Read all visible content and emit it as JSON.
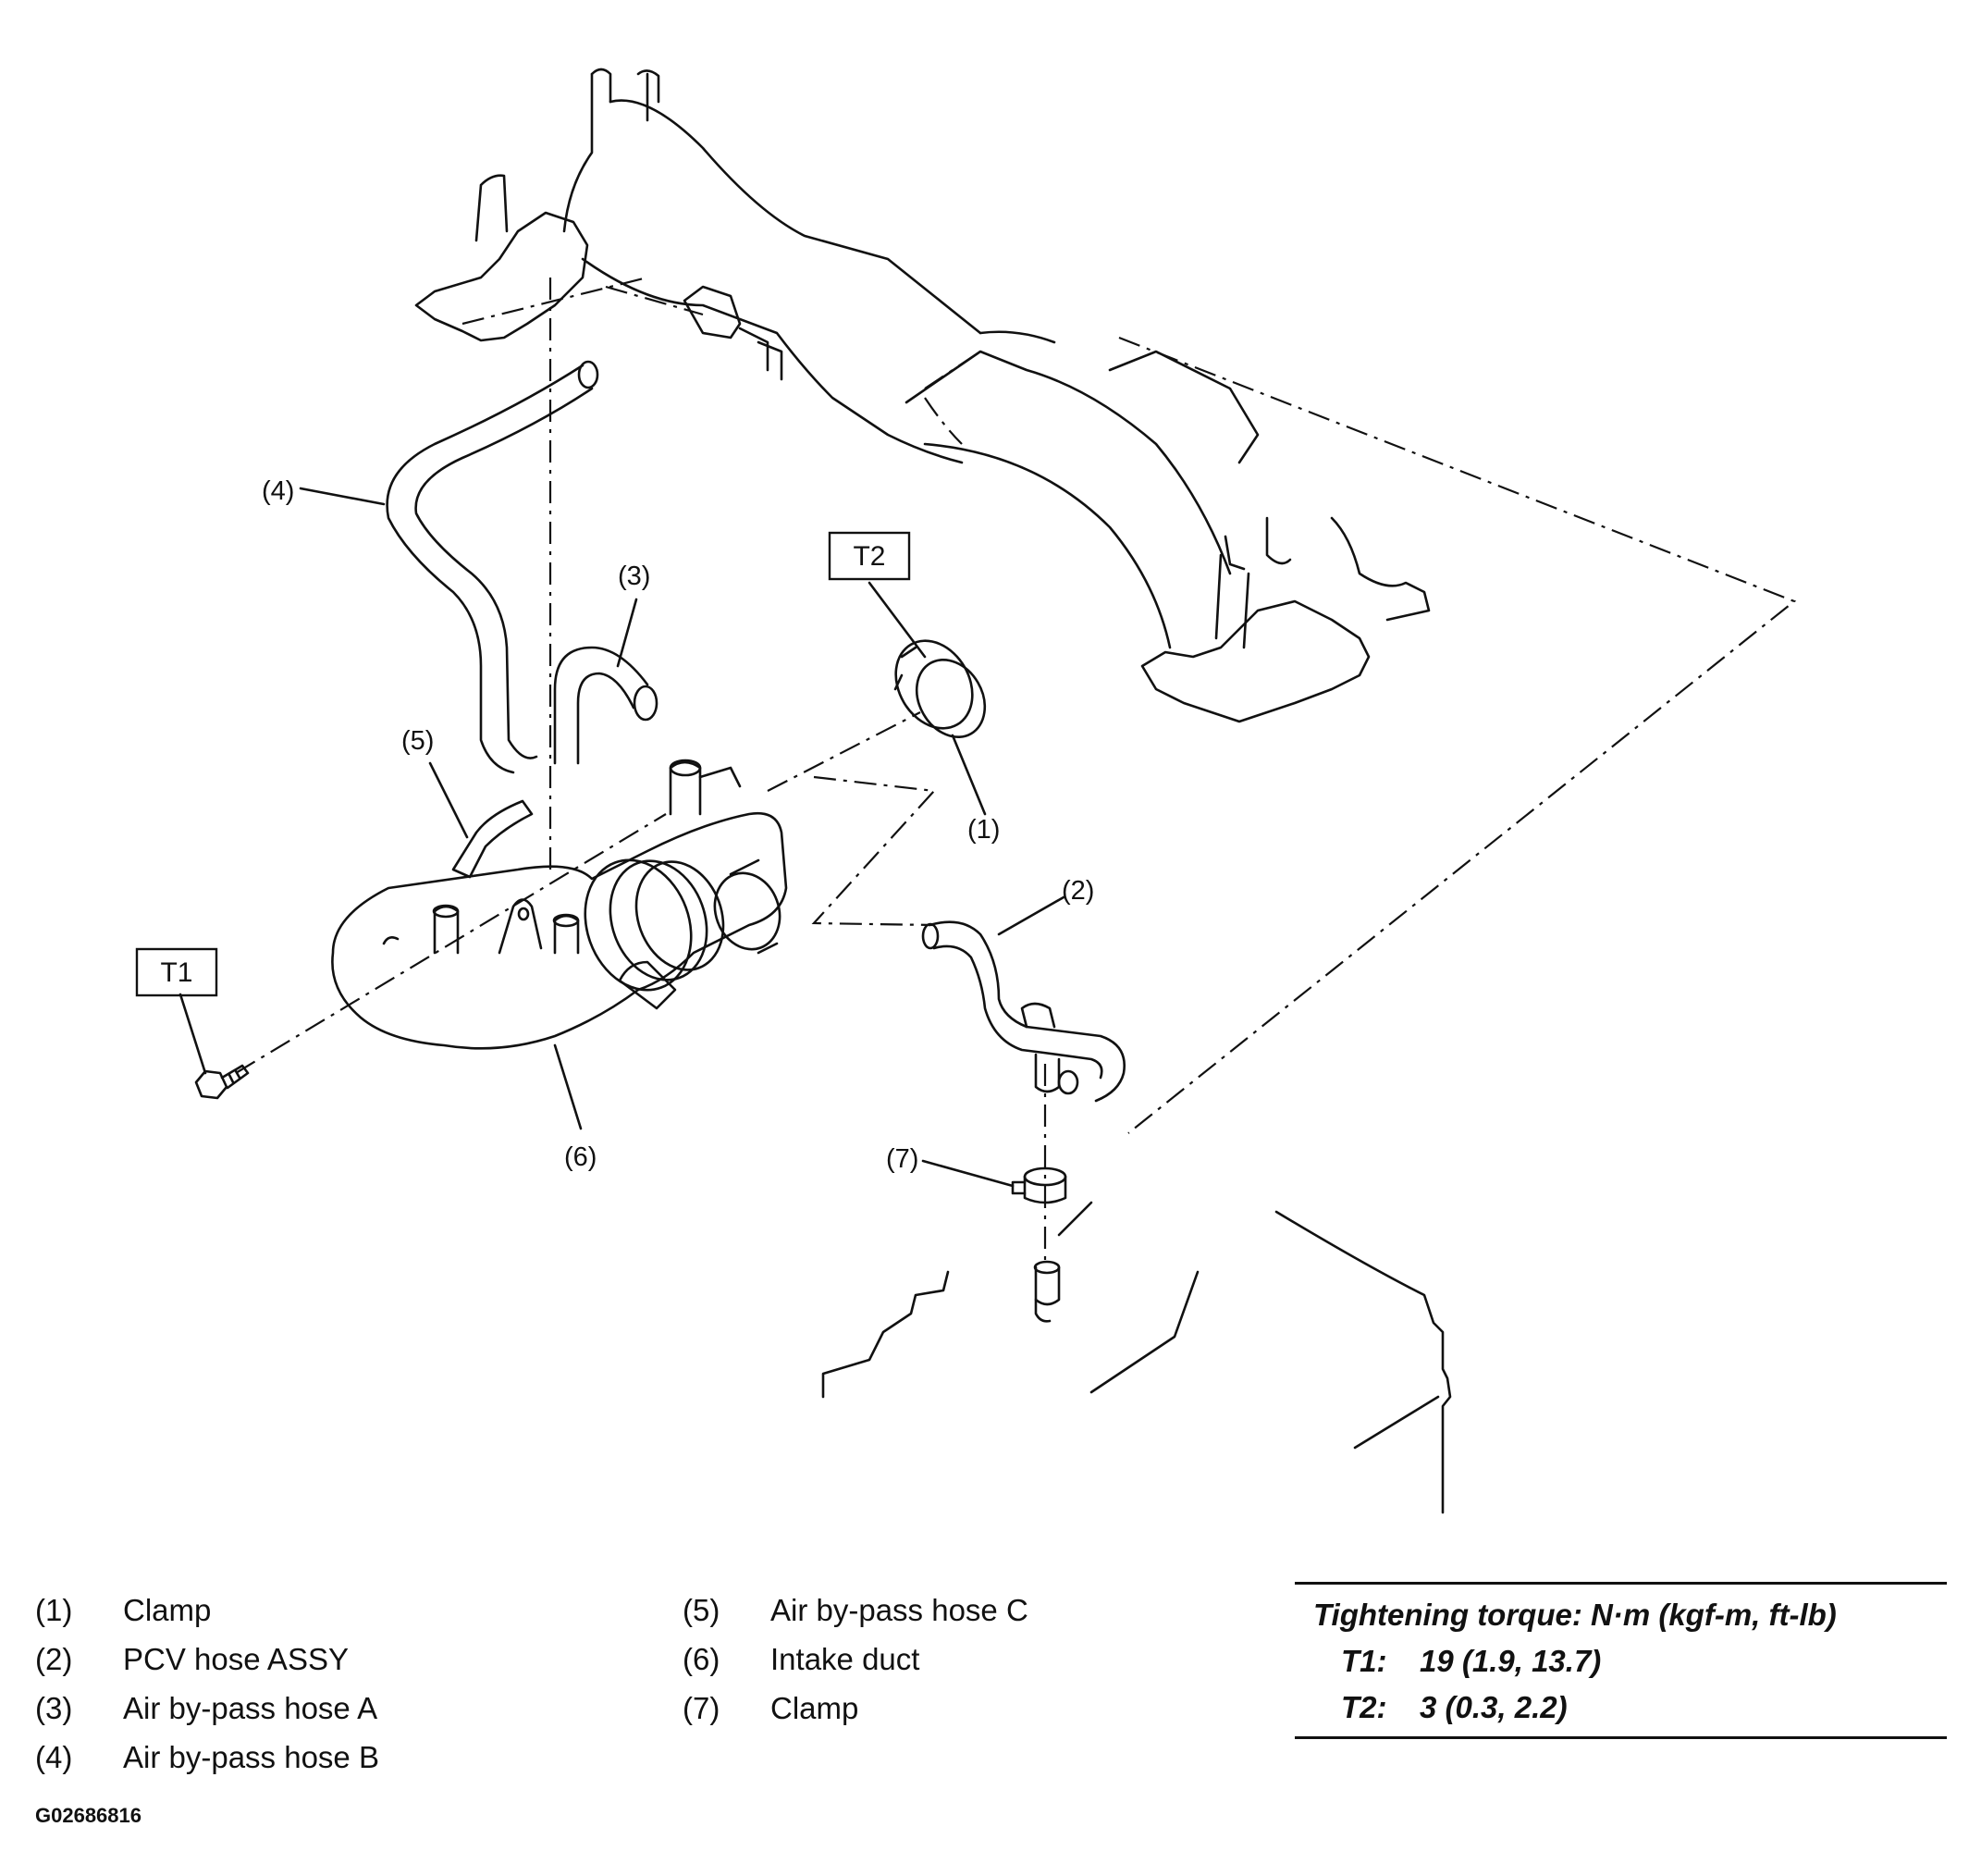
{
  "callouts": {
    "c1": "(1)",
    "c2": "(2)",
    "c3": "(3)",
    "c4": "(4)",
    "c5": "(5)",
    "c6": "(6)",
    "c7": "(7)",
    "t1": "T1",
    "t2": "T2"
  },
  "legend": [
    {
      "num": "(1)",
      "label": "Clamp"
    },
    {
      "num": "(2)",
      "label": "PCV hose ASSY"
    },
    {
      "num": "(3)",
      "label": "Air by-pass hose A"
    },
    {
      "num": "(4)",
      "label": "Air by-pass hose B"
    },
    {
      "num": "(5)",
      "label": "Air by-pass hose C"
    },
    {
      "num": "(6)",
      "label": "Intake duct"
    },
    {
      "num": "(7)",
      "label": "Clamp"
    }
  ],
  "torque": {
    "header": "Tightening torque: N·m (kgf-m, ft-lb)",
    "rows": [
      {
        "key": "T1:",
        "value": "19 (1.9, 13.7)"
      },
      {
        "key": "T2:",
        "value": "3 (0.3, 2.2)"
      }
    ]
  },
  "figure_code": "G02686816"
}
